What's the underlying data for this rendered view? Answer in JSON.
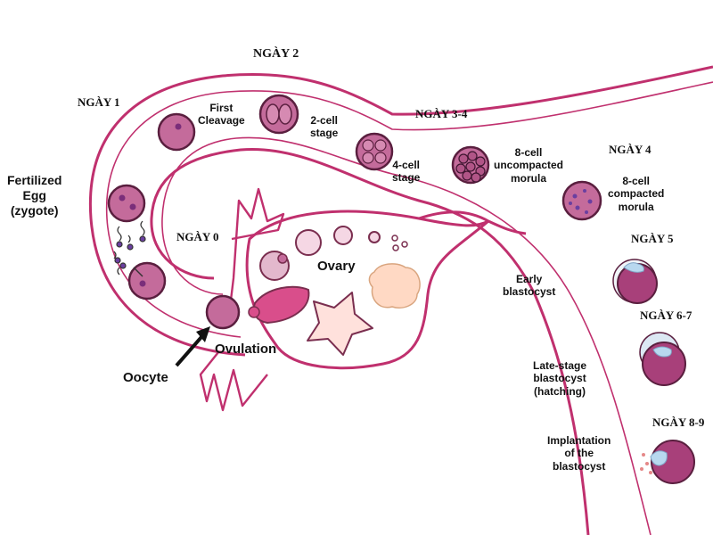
{
  "days": {
    "d0": "NGÀY 0",
    "d1": "NGÀY 1",
    "d2": "NGÀY 2",
    "d34": "NGÀY 3-4",
    "d4": "NGÀY 4",
    "d5": "NGÀY 5",
    "d67": "NGÀY 6-7",
    "d89": "NGÀY 8-9"
  },
  "labels": {
    "fertilized_egg": [
      "Fertilized",
      "Egg",
      "(zygote)"
    ],
    "first_cleavage": [
      "First",
      "Cleavage"
    ],
    "two_cell": [
      "2-cell",
      "stage"
    ],
    "four_cell": [
      "4-cell",
      "stage"
    ],
    "eight_uncompacted": [
      "8-cell",
      "uncompacted",
      "morula"
    ],
    "eight_compacted": [
      "8-cell",
      "compacted",
      "morula"
    ],
    "early_blastocyst": [
      "Early",
      "blastocyst"
    ],
    "late_blastocyst": [
      "Late-stage",
      "blastocyst",
      "(hatching)"
    ],
    "implantation": [
      "Implantation",
      "of the",
      "blastocyst"
    ],
    "ovary": "Ovary",
    "ovulation": "Ovulation",
    "oocyte": "Oocyte"
  },
  "colors": {
    "outline": "#c0306e",
    "cell_fill": "#c46b9b",
    "cell_dark": "#a54477",
    "nucleus": "#7a2e7a",
    "follicle_light": "#e3b8cd",
    "corpus_luteum": "#ffd9c4",
    "star_body": "#ffe1dc"
  }
}
